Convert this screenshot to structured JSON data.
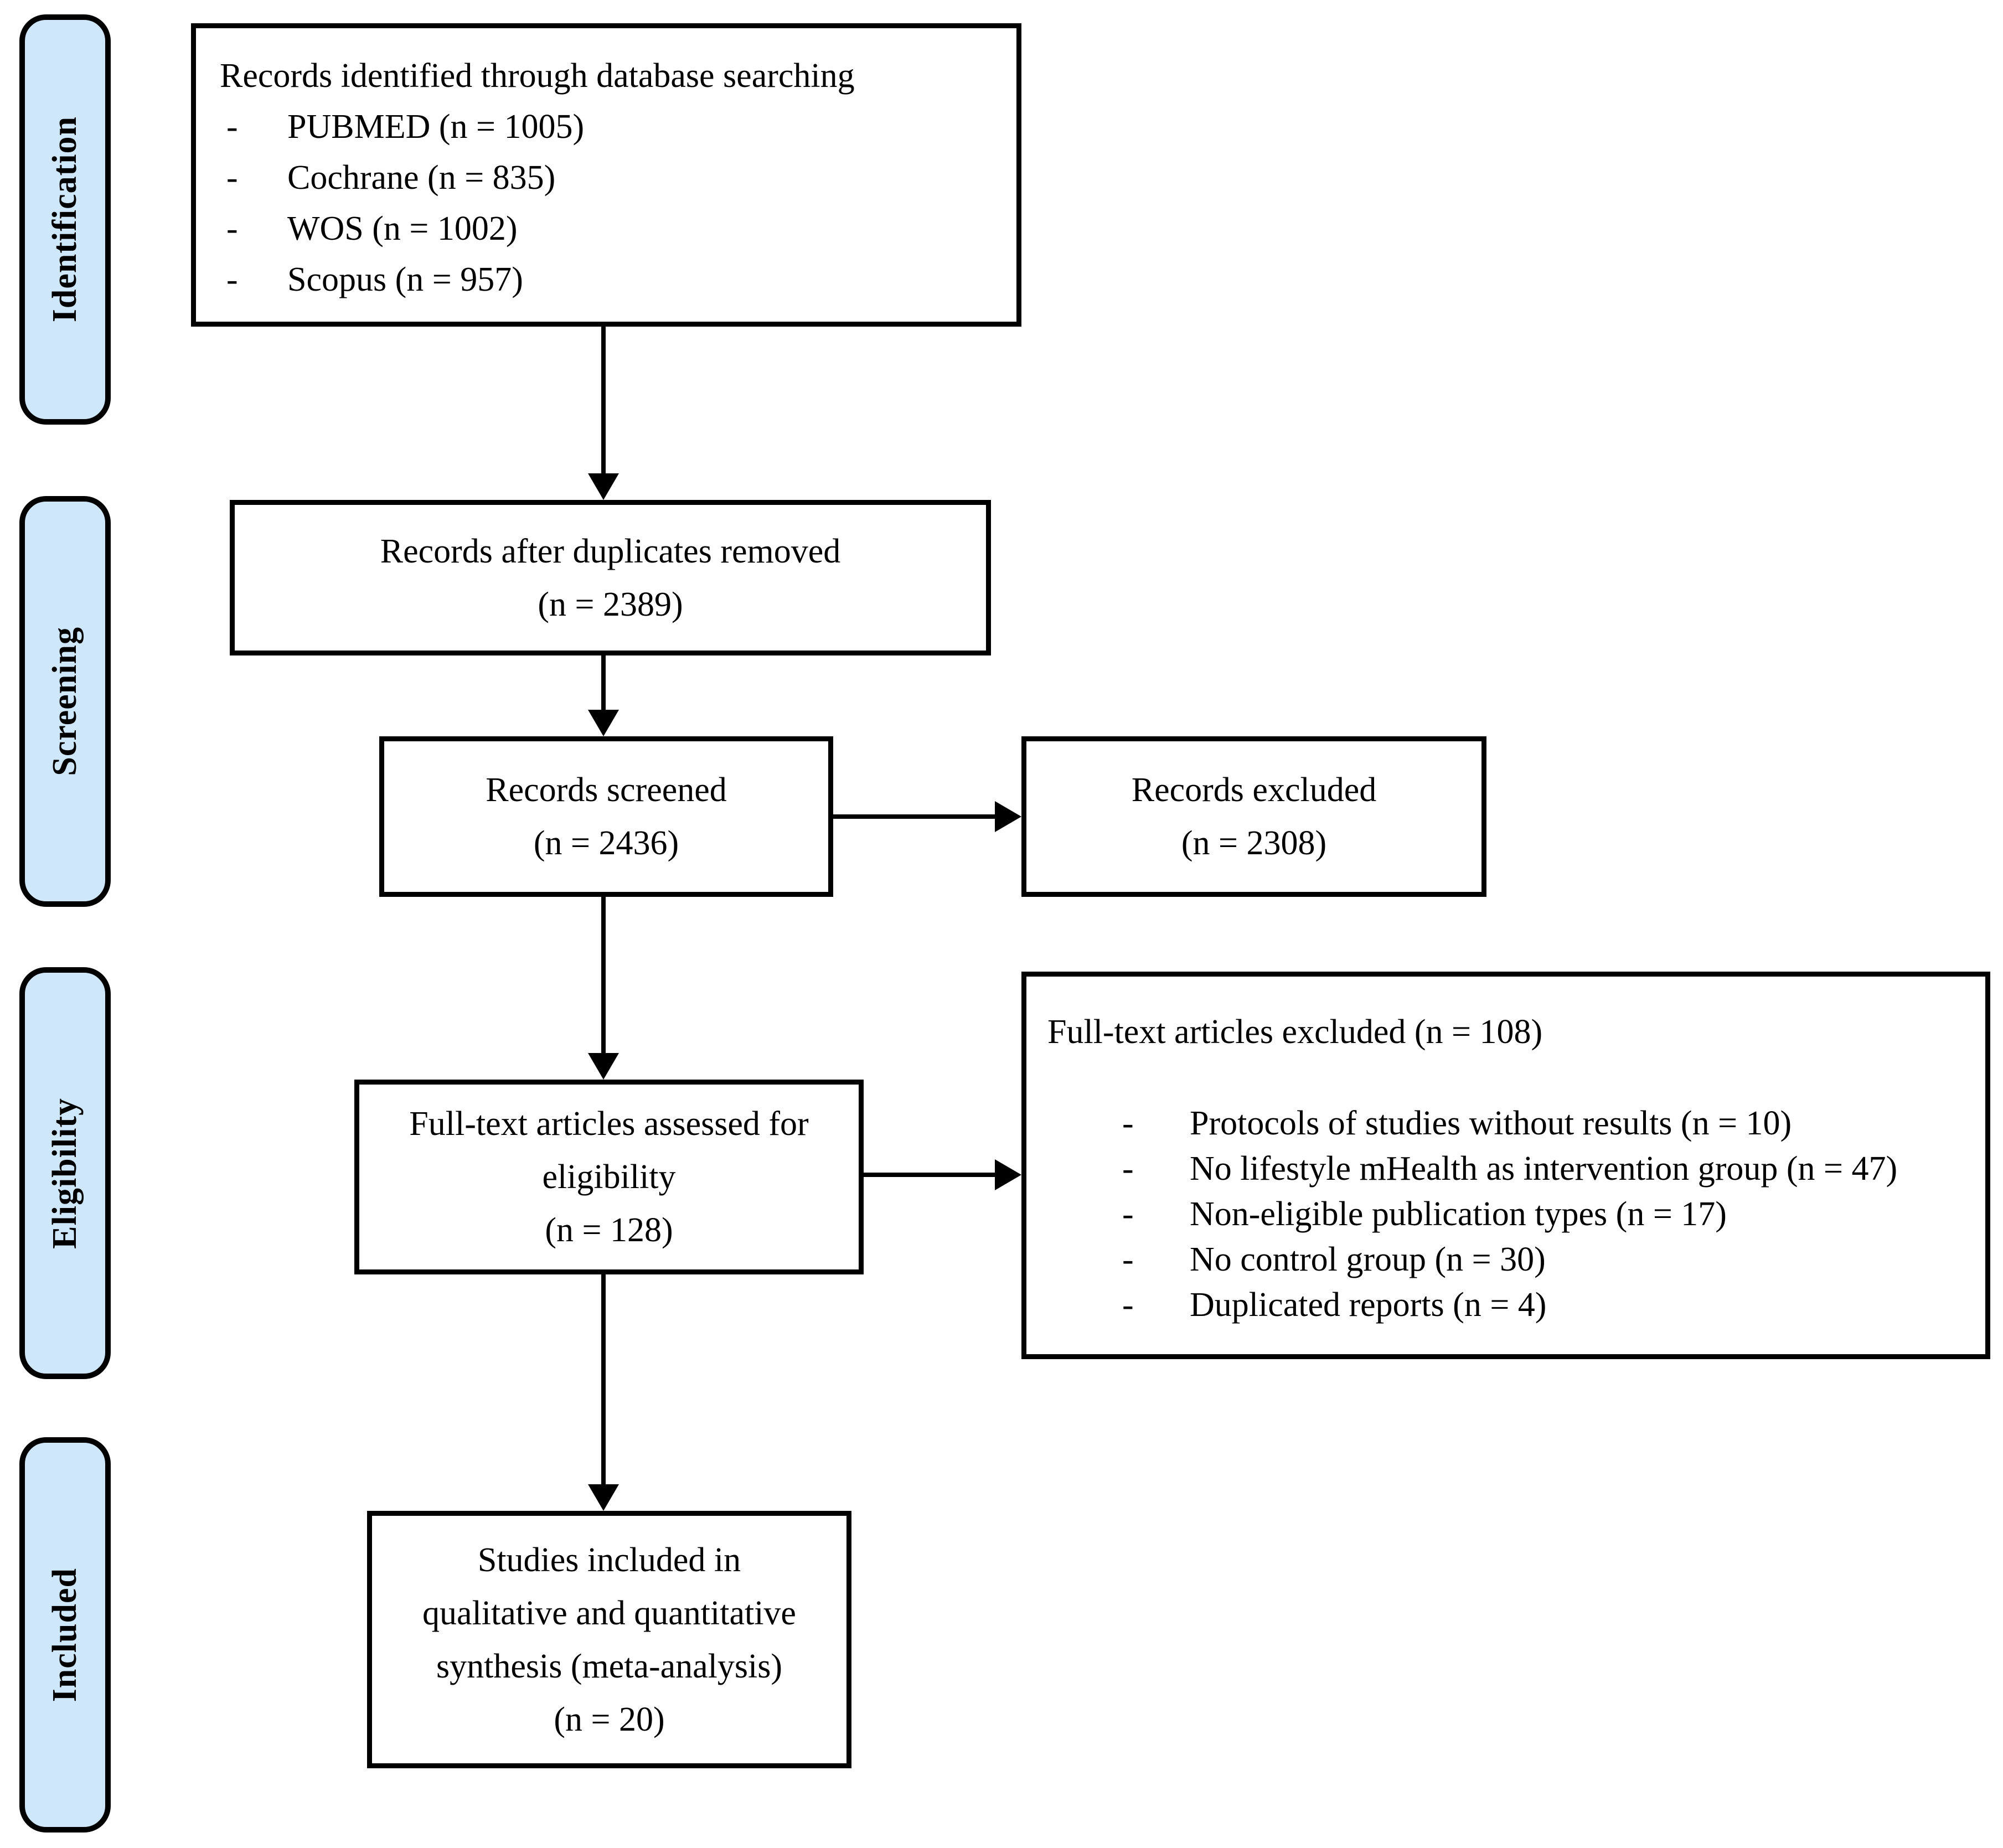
{
  "stages": [
    {
      "label": "Identification"
    },
    {
      "label": "Screening"
    },
    {
      "label": "Eligibility"
    },
    {
      "label": "Included"
    }
  ],
  "boxes": {
    "identified": {
      "title": "Records identified through database searching",
      "bullet": "-",
      "items": [
        "PUBMED (n = 1005)",
        "Cochrane (n = 835)",
        "WOS (n = 1002)",
        "Scopus (n = 957)"
      ]
    },
    "duplicates": {
      "lines": [
        "Records after duplicates removed",
        "(n = 2389)"
      ]
    },
    "screened": {
      "lines": [
        "Records screened",
        "(n = 2436)"
      ]
    },
    "records_excluded": {
      "lines": [
        "Records excluded",
        "(n = 2308)"
      ]
    },
    "assessed": {
      "lines": [
        "Full-text articles assessed for",
        "eligibility",
        "(n = 128)"
      ]
    },
    "fulltext_excluded": {
      "title": "Full-text articles excluded (n = 108)",
      "bullet": "-",
      "items": [
        "Protocols of studies without results (n = 10)",
        "No lifestyle mHealth as intervention group (n = 47)",
        "Non-eligible publication types (n = 17)",
        "No control group (n = 30)",
        "Duplicated reports (n = 4)"
      ]
    },
    "included": {
      "lines": [
        "Studies included in",
        "qualitative and quantitative",
        "synthesis (meta-analysis)",
        "(n = 20)"
      ]
    }
  },
  "colors": {
    "stage_fill": "#cfe7fa",
    "stroke": "#000000"
  }
}
